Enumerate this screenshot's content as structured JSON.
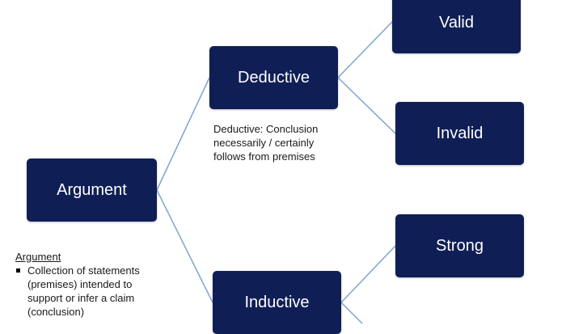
{
  "nodes": {
    "argument": "Argument",
    "deductive": "Deductive",
    "inductive": "Inductive",
    "valid": "Valid",
    "invalid": "Invalid",
    "strong": "Strong"
  },
  "deductive_note": "Deductive: Conclusion necessarily / certainly follows from premises",
  "argument_note": {
    "heading": "Argument",
    "bullet": "Collection of statements (premises) intended to support or infer a claim (conclusion)"
  },
  "colors": {
    "node_fill": "#0f1f56",
    "node_text": "#ffffff",
    "connector": "#7fa3cf"
  }
}
